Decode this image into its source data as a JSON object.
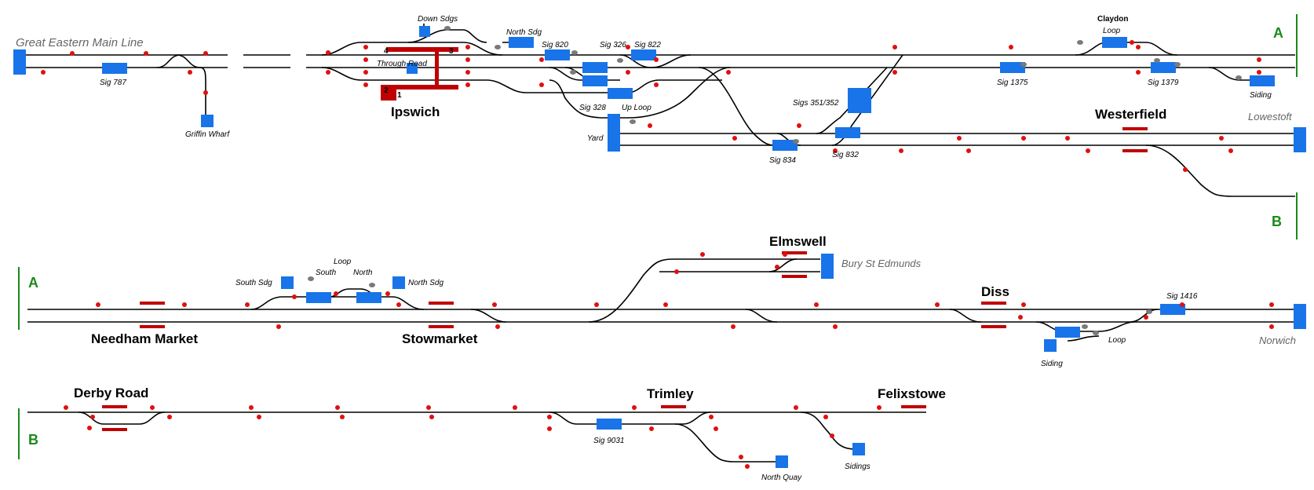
{
  "colors": {
    "track": "#000000",
    "block": "#1874e8",
    "signal_aspect": "#e01010",
    "platform": "#c00000",
    "section_marker": "#1a8a1a",
    "points": "#7a7a7a"
  },
  "panel_a": {
    "great_eastern": "Great Eastern Main Line",
    "sig_787": "Sig 787",
    "griffin_wharf": "Griffin Wharf",
    "down_sdgs": "Down Sdgs",
    "north_sdg": "North Sdg",
    "sig_820": "Sig 820",
    "sig_326": "Sig 326",
    "sig_822": "Sig 822",
    "through_road": "Through Road",
    "sig_328": "Sig 328",
    "up_loop": "Up Loop",
    "yard": "Yard",
    "ipswich": "Ipswich",
    "platform_nums": [
      "4",
      "3",
      "2",
      "1"
    ],
    "sigs_351_352": "Sigs 351/352",
    "sig_834": "Sig 834",
    "sig_832": "Sig 832",
    "claydon": "Claydon",
    "loop": "Loop",
    "sig_1375": "Sig 1375",
    "sig_1379": "Sig 1379",
    "siding": "Siding",
    "westerfield": "Westerfield",
    "lowestoft": "Lowestoft",
    "marker_a": "A",
    "marker_b": "B"
  },
  "panel_b": {
    "marker_a": "A",
    "needham_market": "Needham Market",
    "south_sdg": "South Sdg",
    "loop": "Loop",
    "south": "South",
    "north": "North",
    "north_sdg": "North Sdg",
    "stowmarket": "Stowmarket",
    "elmswell": "Elmswell",
    "bury": "Bury St Edmunds",
    "diss": "Diss",
    "sig_1416": "Sig 1416",
    "loop2": "Loop",
    "siding": "Siding",
    "norwich": "Norwich"
  },
  "panel_c": {
    "marker_b": "B",
    "derby_road": "Derby Road",
    "trimley": "Trimley",
    "felixstowe": "Felixstowe",
    "sig_9031": "Sig 9031",
    "north_quay": "North Quay",
    "sidings": "Sidings"
  }
}
